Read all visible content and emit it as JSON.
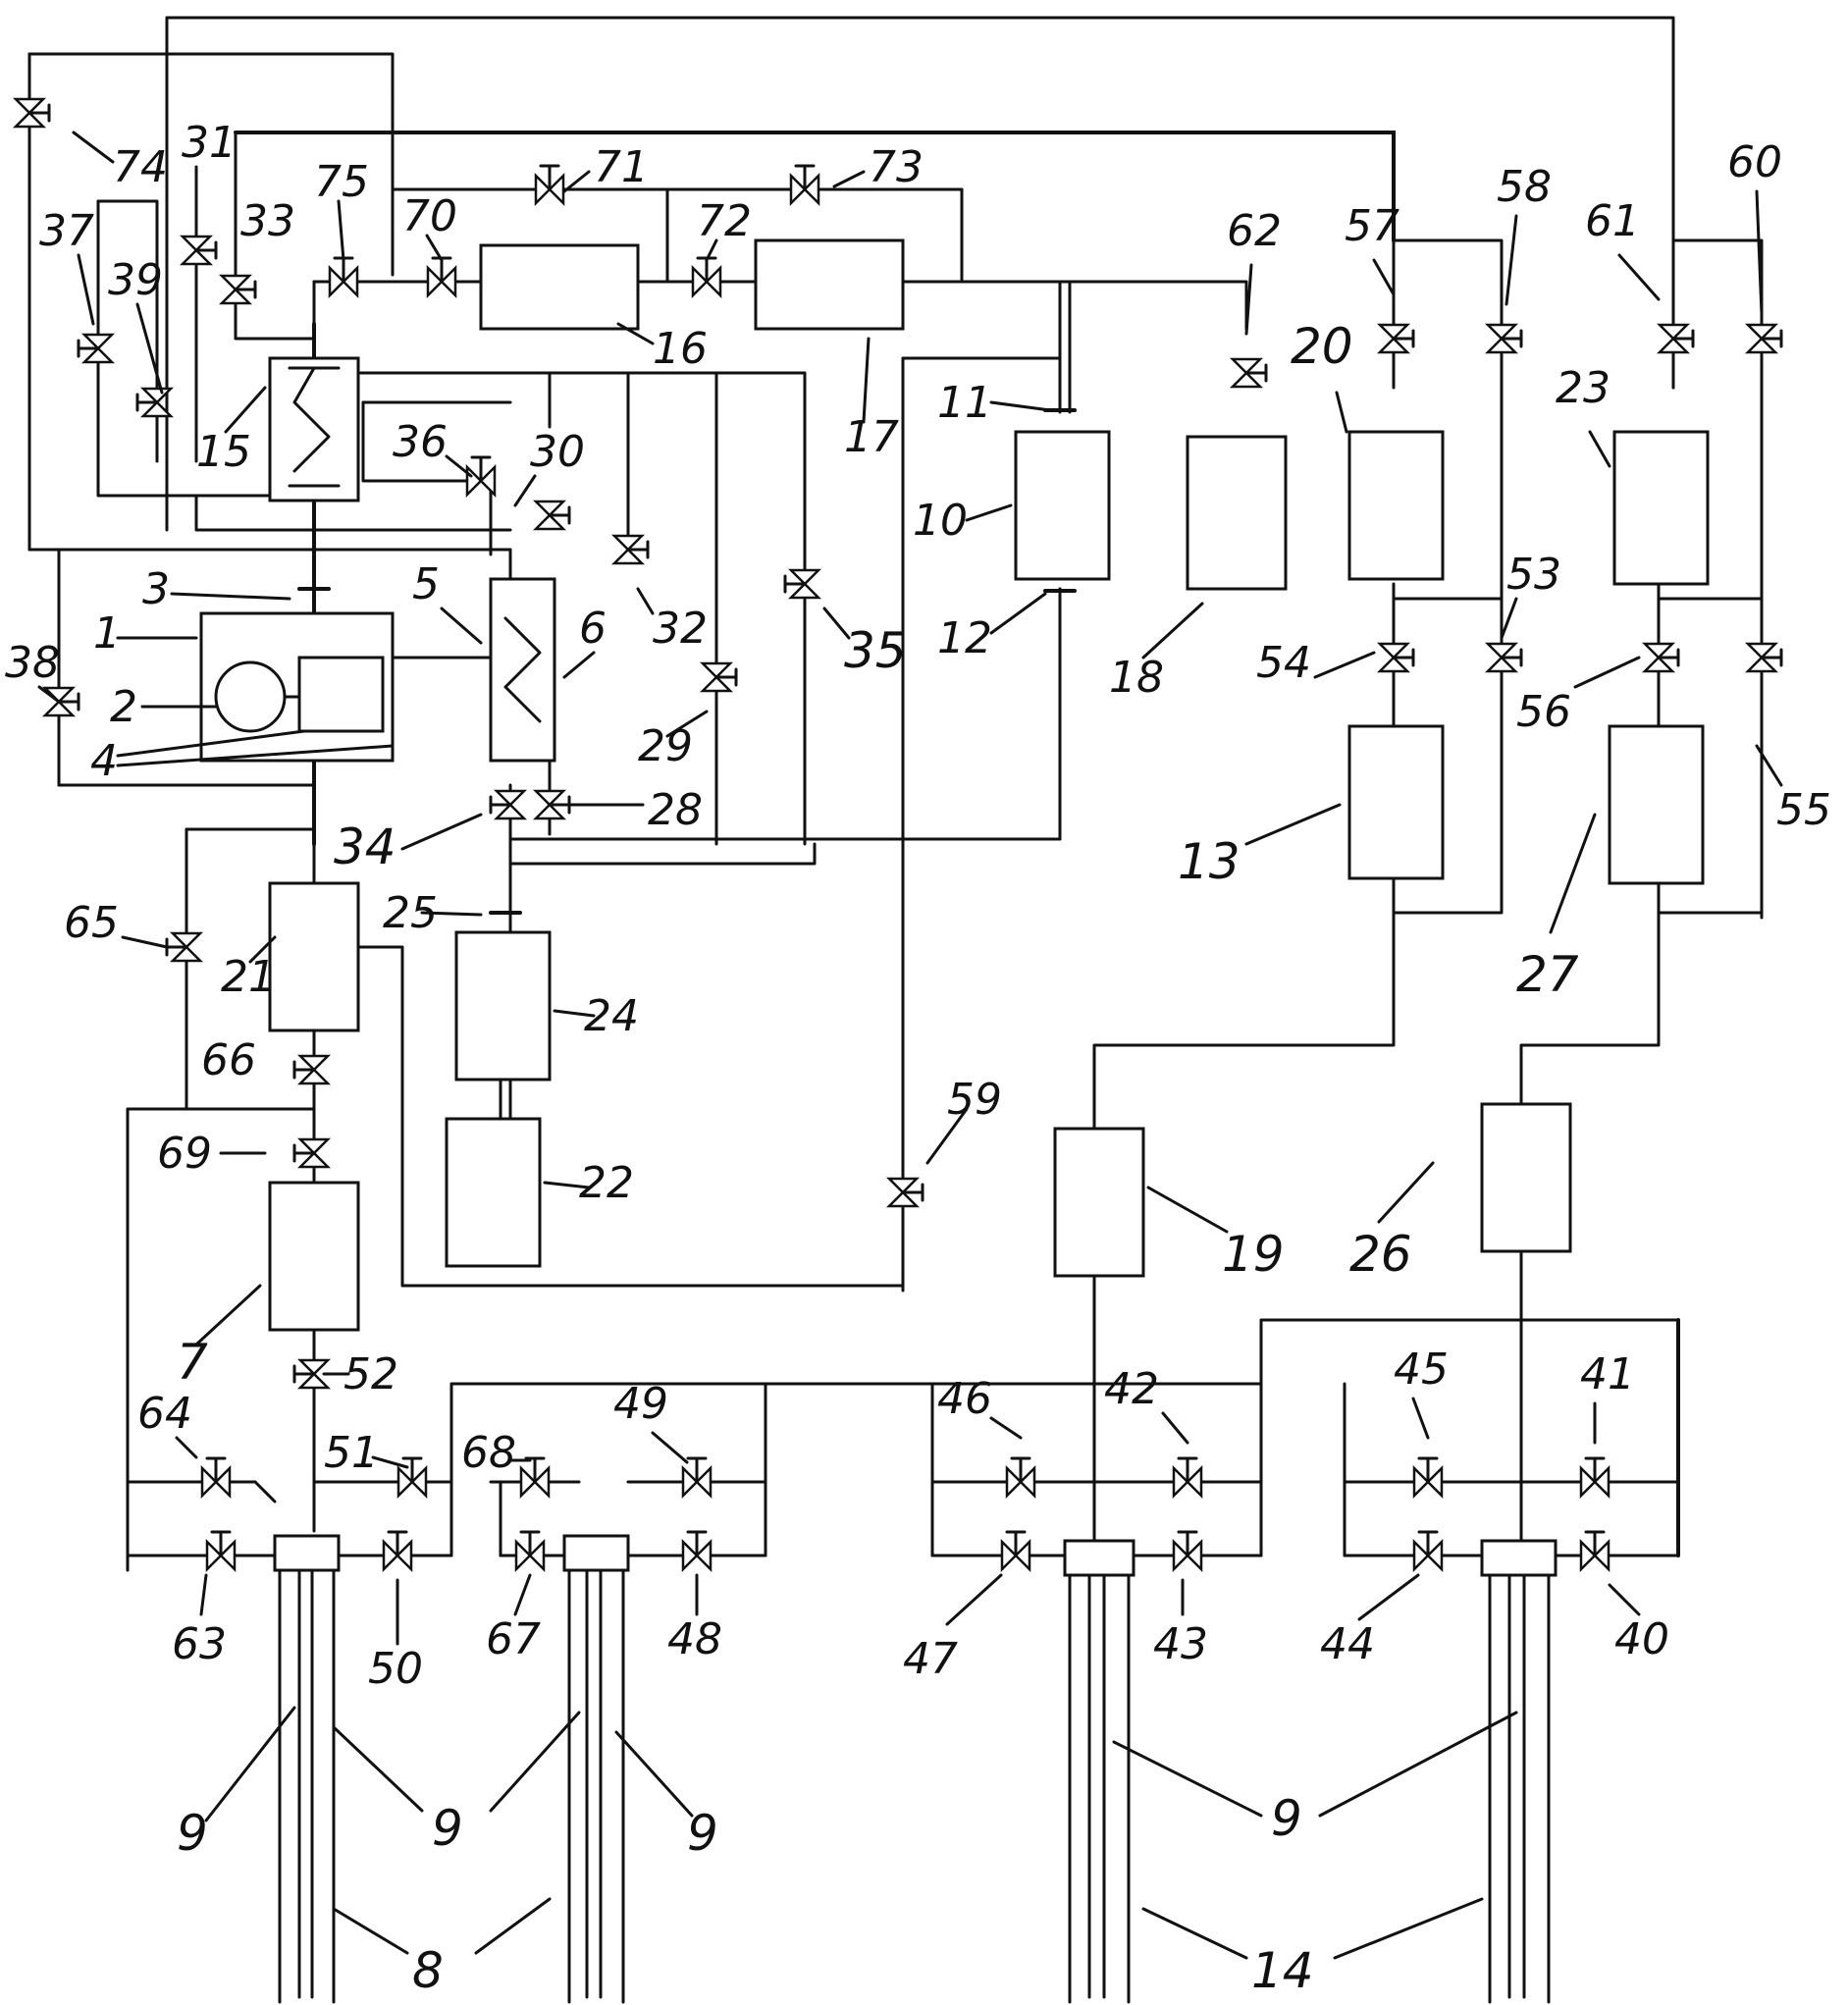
{
  "diagram": {
    "labels": {
      "n1": "1",
      "n2": "2",
      "n3": "3",
      "n4": "4",
      "n5": "5",
      "n6": "6",
      "n7": "7",
      "n8": "8",
      "n9": "9",
      "n10": "10",
      "n11": "11",
      "n12": "12",
      "n13": "13",
      "n14": "14",
      "n15": "15",
      "n16": "16",
      "n17": "17",
      "n18": "18",
      "n19": "19",
      "n20": "20",
      "n21": "21",
      "n22": "22",
      "n23": "23",
      "n24": "24",
      "n25": "25",
      "n26": "26",
      "n27": "27",
      "n28": "28",
      "n29": "29",
      "n30": "30",
      "n31": "31",
      "n32": "32",
      "n33": "33",
      "n34": "34",
      "n35": "35",
      "n36": "36",
      "n37": "37",
      "n38": "38",
      "n39": "39",
      "n40": "40",
      "n41": "41",
      "n42": "42",
      "n43": "43",
      "n44": "44",
      "n45": "45",
      "n46": "46",
      "n47": "47",
      "n48": "48",
      "n49": "49",
      "n50": "50",
      "n51": "51",
      "n52": "52",
      "n53": "53",
      "n54": "54",
      "n55": "55",
      "n56": "56",
      "n57": "57",
      "n58": "58",
      "n59": "59",
      "n60": "60",
      "n61": "61",
      "n62": "62",
      "n63": "63",
      "n64": "64",
      "n65": "65",
      "n66": "66",
      "n67": "67",
      "n68": "68",
      "n69": "69",
      "n70": "70",
      "n71": "71",
      "n72": "72",
      "n73": "73",
      "n74": "74",
      "n75": "75"
    }
  }
}
